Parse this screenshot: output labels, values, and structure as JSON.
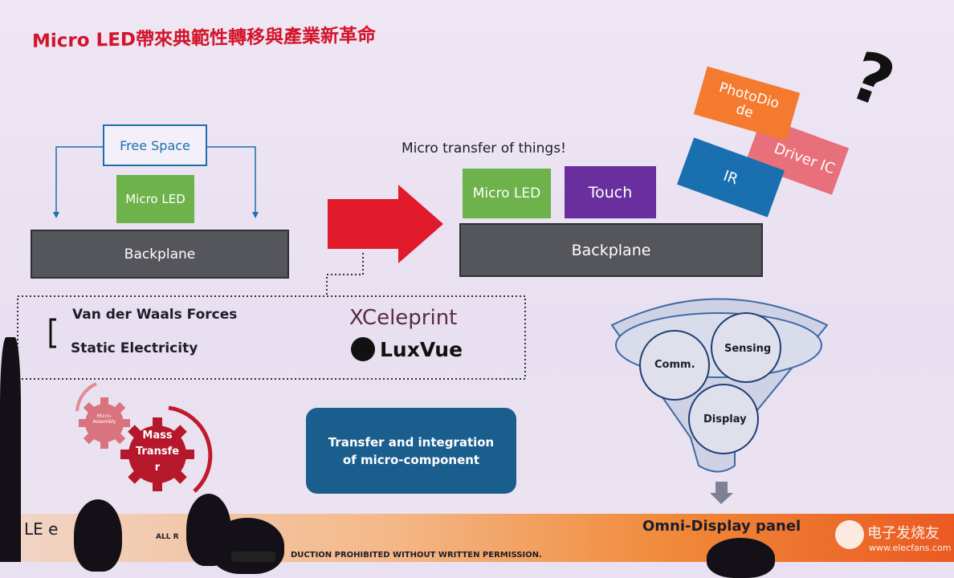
{
  "title": "Micro LED帶來典範性轉移與產業新革命",
  "left_diagram": {
    "free_space": "Free Space",
    "micro_led": "Micro LED",
    "backplane": "Backplane"
  },
  "right_diagram": {
    "caption": "Micro transfer of things!",
    "micro_led": "Micro LED",
    "touch": "Touch",
    "backplane": "Backplane",
    "photodiode": "PhotoDio de",
    "driver_ic": "Driver IC",
    "ir": "IR",
    "question": "?"
  },
  "forces": {
    "items": [
      "Van der Waals Forces",
      "Static Electricity"
    ],
    "logos": [
      "XCeleprint",
      "LuxVue"
    ]
  },
  "gears": {
    "small": "Micro-Assembly",
    "large": "Mass Transfe r"
  },
  "blue_box": "Transfer and integration of micro-component",
  "funnel": {
    "circles": [
      "Comm.",
      "Sensing",
      "Display"
    ],
    "caption": "Omni-Display panel"
  },
  "footer": {
    "logo": "LE      e",
    "notice_left": "ALL R",
    "notice_right": "DUCTION PROHIBITED WITHOUT WRITTEN PERMISSION."
  },
  "watermark": {
    "brand": "电子发烧友",
    "url": "www.elecfans.com"
  },
  "colors": {
    "title": "#d3142a",
    "green": "#6db24a",
    "purple": "#6a2f9e",
    "orange": "#f47a30",
    "pink": "#e8707a",
    "blue": "#1a6fb0",
    "teal_box": "#1a5e8e",
    "gear": "#b5182a"
  }
}
